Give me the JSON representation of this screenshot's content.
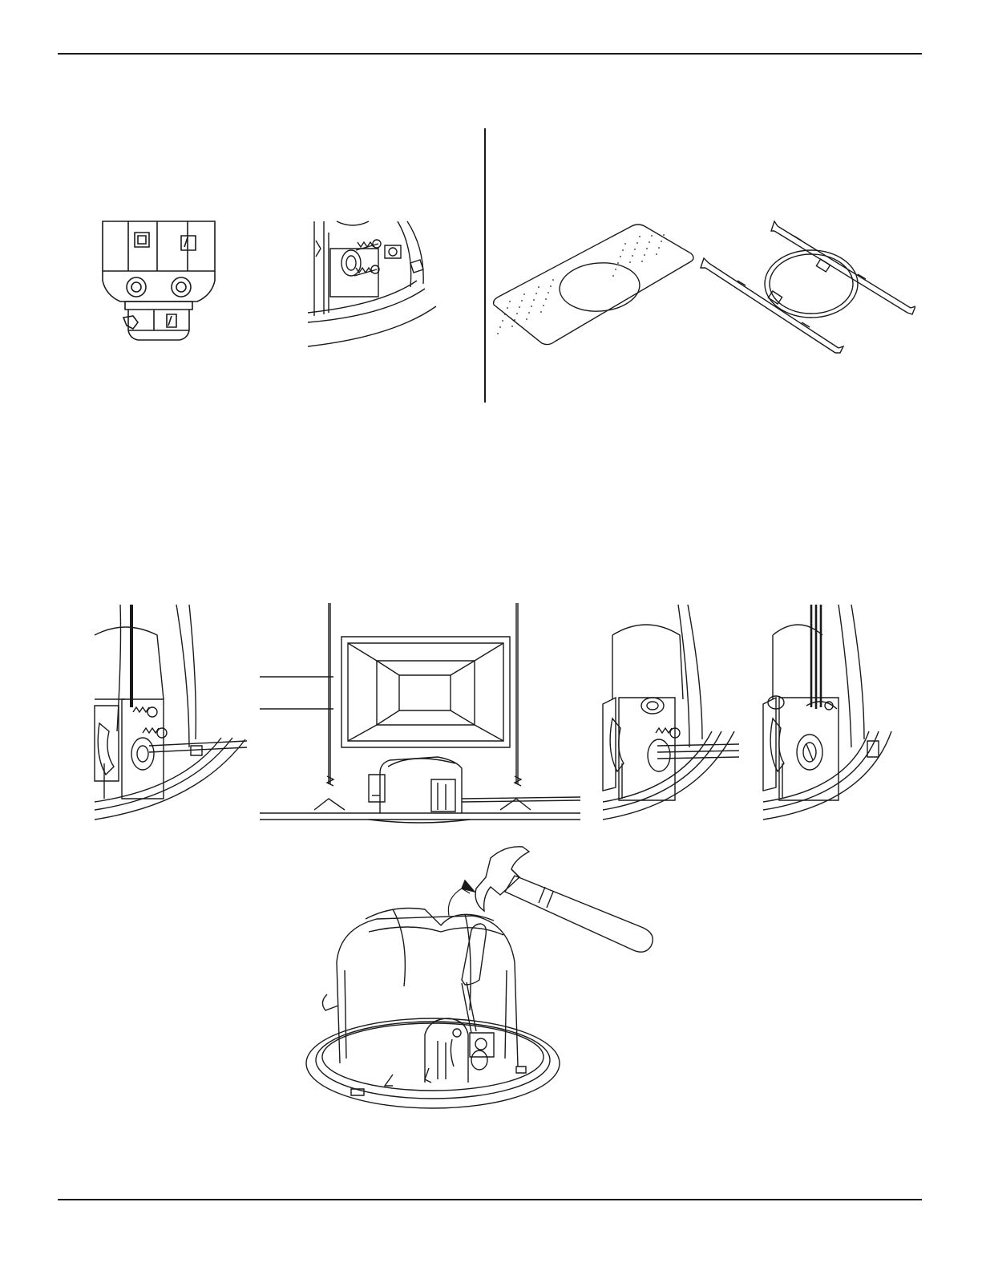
{
  "page": {
    "background_color": "#ffffff",
    "line_color": "#1a1a1a"
  },
  "figures": [
    {
      "name": "terminal-block-front-view",
      "icon": "terminal-block-icon"
    },
    {
      "name": "speaker-terminal-clamp-detail",
      "icon": "speaker-clamp-icon"
    },
    {
      "name": "tile-bridge-plate",
      "icon": "tile-bridge-icon"
    },
    {
      "name": "rail-hanger-and-ring",
      "icon": "rail-hanger-icon"
    },
    {
      "name": "speaker-conduit-wire-entry",
      "icon": "wire-entry-icon"
    },
    {
      "name": "speaker-in-ceiling-above-tile",
      "icon": "ceiling-install-icon"
    },
    {
      "name": "speaker-cable-clamped-side",
      "icon": "wire-clamp-icon"
    },
    {
      "name": "speaker-cable-clamped-top",
      "icon": "wire-clamp-top-icon"
    },
    {
      "name": "knockout-removal-with-hammer",
      "icon": "hammer-screwdriver-icon"
    }
  ]
}
